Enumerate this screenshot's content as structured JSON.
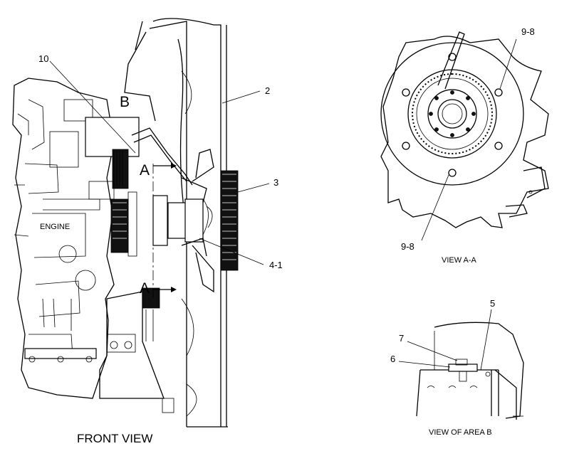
{
  "callouts": {
    "c10": "10",
    "cB": "B",
    "c2": "2",
    "c3": "3",
    "cA_top": "A",
    "cA_bottom": "A",
    "c4_1": "4-1",
    "c9_8_top": "9-8",
    "c9_8_bottom": "9-8",
    "c5": "5",
    "c6": "6",
    "c7": "7"
  },
  "labels": {
    "engine": "ENGINE",
    "front_view": "FRONT VIEW",
    "view_a_a": "VIEW A-A",
    "view_area_b": "VIEW OF AREA B"
  }
}
